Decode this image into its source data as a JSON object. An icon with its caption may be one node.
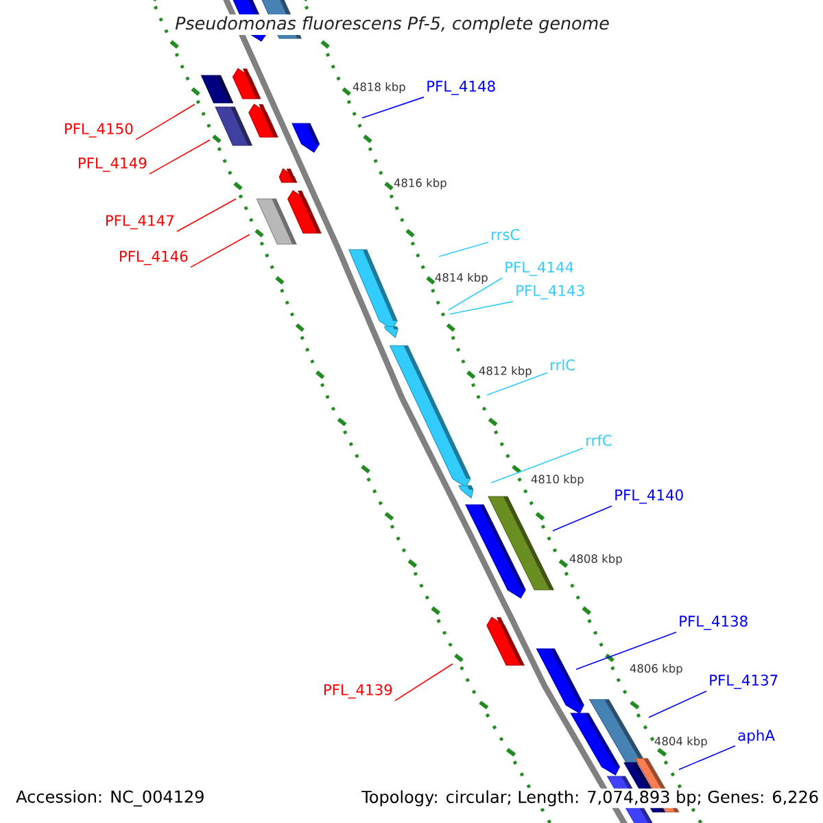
{
  "diagram": {
    "title": "Pseudomonas fluorescens Pf-5, complete genome",
    "nodes": [
      {
        "text": [
          "PFL_4148"
        ]
      },
      {
        "text": [
          "PFL_4150"
        ]
      },
      {
        "text": [
          "PFL_4149"
        ]
      },
      {
        "text": [
          "PFL_4147"
        ]
      },
      {
        "text": [
          "PFL_4146"
        ]
      },
      {
        "text": [
          "rrsC"
        ]
      },
      {
        "text": [
          "PFL_4144"
        ]
      },
      {
        "text": [
          "PFL_4143"
        ]
      },
      {
        "text": [
          "rrlC"
        ]
      },
      {
        "text": [
          "rrfC"
        ]
      },
      {
        "text": [
          "PFL_4140"
        ]
      },
      {
        "text": [
          "PFL_4138"
        ]
      },
      {
        "text": [
          "PFL_4137"
        ]
      },
      {
        "text": [
          "PFL_4139"
        ]
      },
      {
        "text": [
          "aphA"
        ]
      }
    ],
    "edges": [
      {
        "from": 0,
        "to": null,
        "arrow": "none",
        "color": "#0000ff"
      },
      {
        "from": 1,
        "to": null,
        "arrow": "none",
        "color": "#ff0000"
      },
      {
        "from": 2,
        "to": null,
        "arrow": "none",
        "color": "#ff0000"
      },
      {
        "from": 3,
        "to": null,
        "arrow": "none",
        "color": "#ff0000"
      },
      {
        "from": 4,
        "to": null,
        "arrow": "none",
        "color": "#ff0000"
      },
      {
        "from": 5,
        "to": null,
        "arrow": "none",
        "color": "#33ccff"
      },
      {
        "from": 6,
        "to": null,
        "arrow": "none",
        "color": "#33ccff"
      },
      {
        "from": 7,
        "to": null,
        "arrow": "none",
        "color": "#33ccff"
      },
      {
        "from": 8,
        "to": null,
        "arrow": "none",
        "color": "#33ccff"
      },
      {
        "from": 9,
        "to": null,
        "arrow": "none",
        "color": "#33ccff"
      },
      {
        "from": 10,
        "to": null,
        "arrow": "none",
        "color": "#0000ff"
      },
      {
        "from": 11,
        "to": null,
        "arrow": "none",
        "color": "#0000ff"
      },
      {
        "from": 12,
        "to": null,
        "arrow": "none",
        "color": "#0000ff"
      },
      {
        "from": 13,
        "to": null,
        "arrow": "none",
        "color": "#ff0000"
      },
      {
        "from": 14,
        "to": null,
        "arrow": "none",
        "color": "#0000ff"
      }
    ],
    "labels": [
      "4818 kbp",
      "4816 kbp",
      "4814 kbp",
      "4812 kbp",
      "4810 kbp",
      "4808 kbp",
      "4806 kbp",
      "4804 kbp",
      "Accession: NC_004129",
      "Topology: circular; Length: 7,074,893 bp; Genes: 6,226"
    ]
  }
}
